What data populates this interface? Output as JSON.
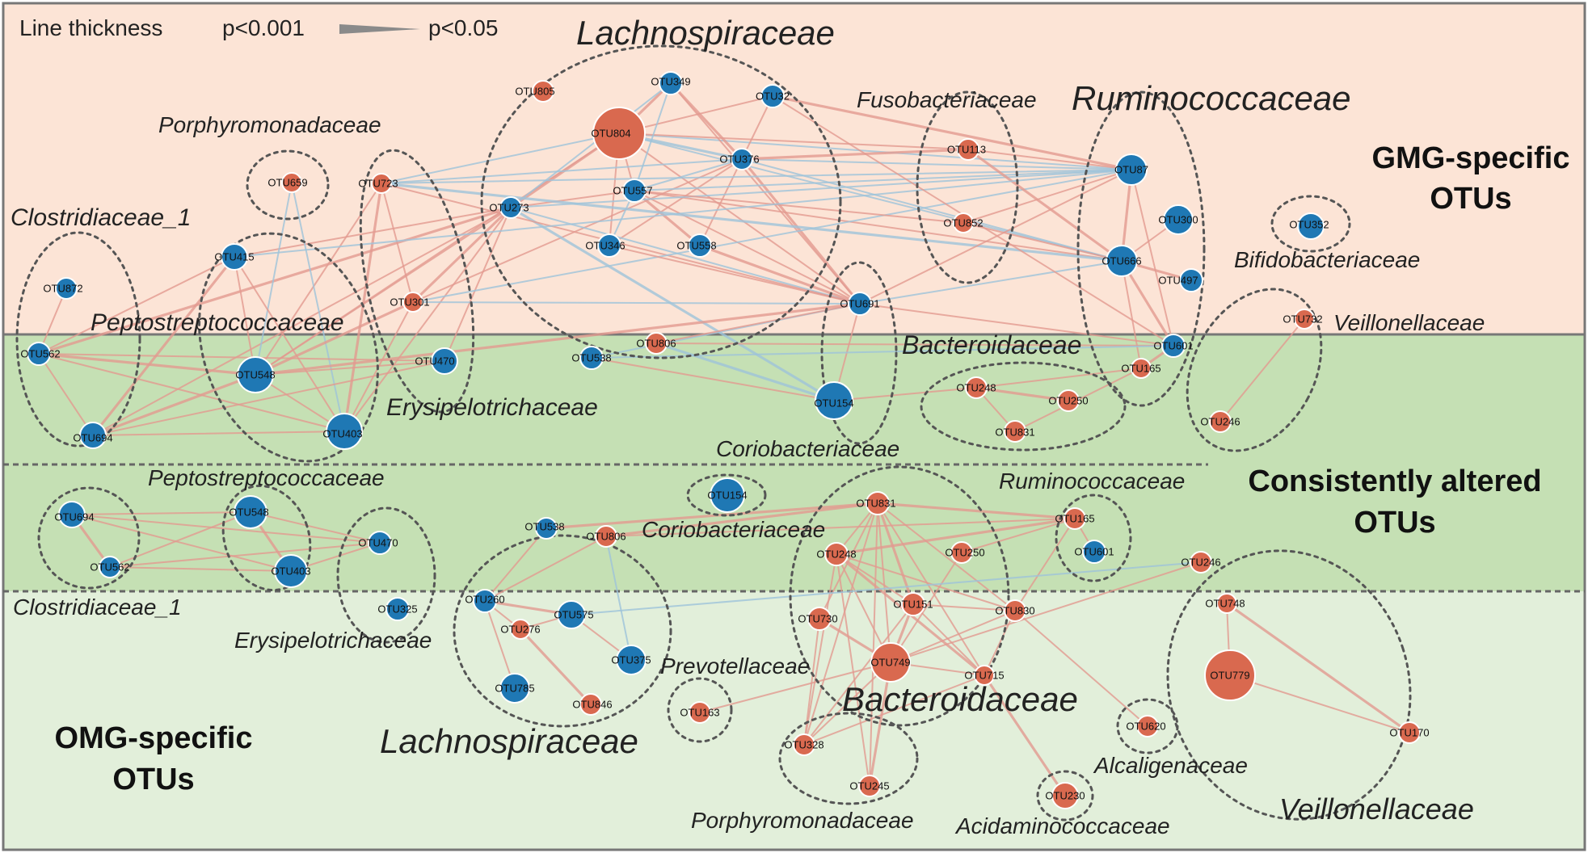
{
  "legend": {
    "title": "Line thickness",
    "left_label": "p<0.001",
    "right_label": "p<0.05"
  },
  "sections": {
    "gmg": {
      "line1": "GMG-specific",
      "line2": "OTUs"
    },
    "consistent": {
      "line1": "Consistently altered",
      "line2": "OTUs"
    },
    "omg": {
      "line1": "OMG-specific",
      "line2": "OTUs"
    }
  },
  "colors": {
    "gmg_band": "#fce4d6",
    "consistent_band": "#c5e0b4",
    "omg_band": "#e2efda",
    "blue_node": "#1f78b4",
    "red_node": "#d9694f",
    "positive_edge": "#e29a90",
    "negative_edge": "#9ec3da"
  },
  "families": {
    "lachnospiraceae_top": "Lachnospiraceae",
    "porphyromonadaceae_top": "Porphyromonadaceae",
    "fusobacteriaceae": "Fusobacteriaceae",
    "ruminococcaceae_top": "Ruminococcaceae",
    "clostridiaceae_top": "Clostridiaceae_1",
    "bifidobacteriaceae": "Bifidobacteriaceae",
    "peptostreptococcaceae_top": "Peptostreptococcaceae",
    "veillonellaceae_top": "Veillonellaceae",
    "bacteroidaceae_top": "Bacteroidaceae",
    "erysipelotrichaceae_top": "Erysipelotrichaceae",
    "coriobacteriaceae_top": "Coriobacteriaceae",
    "peptostreptococcaceae_mid": "Peptostreptococcaceae",
    "ruminococcaceae_mid": "Ruminococcaceae",
    "coriobacteriaceae_mid": "Coriobacteriaceae",
    "clostridiaceae_bottom": "Clostridiaceae_1",
    "erysipelotrichaceae_bottom": "Erysipelotrichaceae",
    "prevotellaceae": "Prevotellaceae",
    "bacteroidaceae_bottom": "Bacteroidaceae",
    "lachnospiraceae_bottom": "Lachnospiraceae",
    "alcaligenaceae": "Alcaligenaceae",
    "veillonellaceae_bottom": "Veillonellaceae",
    "porphyromonadaceae_bottom": "Porphyromonadaceae",
    "acidaminococcaceae": "Acidaminococcaceae"
  },
  "nodes": [
    {
      "id": "n804",
      "label": "OTU804",
      "color": "red"
    },
    {
      "id": "n805",
      "label": "OTU805",
      "color": "red"
    },
    {
      "id": "n349",
      "label": "OTU349",
      "color": "blue"
    },
    {
      "id": "n32",
      "label": "OTU32",
      "color": "blue"
    },
    {
      "id": "n376",
      "label": "OTU376",
      "color": "blue"
    },
    {
      "id": "n557",
      "label": "OTU557",
      "color": "blue"
    },
    {
      "id": "n273",
      "label": "OTU273",
      "color": "blue"
    },
    {
      "id": "n346",
      "label": "OTU346",
      "color": "blue"
    },
    {
      "id": "n558",
      "label": "OTU558",
      "color": "blue"
    },
    {
      "id": "n659",
      "label": "OTU659",
      "color": "red"
    },
    {
      "id": "n723",
      "label": "OTU723",
      "color": "red"
    },
    {
      "id": "n301",
      "label": "OTU301",
      "color": "red"
    },
    {
      "id": "n113",
      "label": "OTU113",
      "color": "red"
    },
    {
      "id": "n852",
      "label": "OTU852",
      "color": "red"
    },
    {
      "id": "n87",
      "label": "OTU87",
      "color": "blue"
    },
    {
      "id": "n300",
      "label": "OTU300",
      "color": "blue"
    },
    {
      "id": "n666",
      "label": "OTU666",
      "color": "blue"
    },
    {
      "id": "n497",
      "label": "OTU497",
      "color": "blue"
    },
    {
      "id": "n352",
      "label": "OTU352",
      "color": "blue"
    },
    {
      "id": "n415",
      "label": "OTU415",
      "color": "blue"
    },
    {
      "id": "n872",
      "label": "OTU872",
      "color": "blue"
    },
    {
      "id": "n691",
      "label": "OTU691",
      "color": "blue"
    },
    {
      "id": "n732",
      "label": "OTU732",
      "color": "red"
    },
    {
      "id": "n601t",
      "label": "OTU601",
      "color": "blue"
    },
    {
      "id": "n165t",
      "label": "OTU165",
      "color": "red"
    },
    {
      "id": "n562t",
      "label": "OTU562",
      "color": "blue"
    },
    {
      "id": "n548t",
      "label": "OTU548",
      "color": "blue"
    },
    {
      "id": "n694t",
      "label": "OTU694",
      "color": "blue"
    },
    {
      "id": "n403t",
      "label": "OTU403",
      "color": "blue"
    },
    {
      "id": "n470t",
      "label": "OTU470",
      "color": "blue"
    },
    {
      "id": "n538t",
      "label": "OTU538",
      "color": "blue"
    },
    {
      "id": "n806t",
      "label": "OTU806",
      "color": "red"
    },
    {
      "id": "n154t",
      "label": "OTU154",
      "color": "blue"
    },
    {
      "id": "n248t",
      "label": "OTU248",
      "color": "red"
    },
    {
      "id": "n250t",
      "label": "OTU250",
      "color": "red"
    },
    {
      "id": "n831t",
      "label": "OTU831",
      "color": "red"
    },
    {
      "id": "n246t",
      "label": "OTU246",
      "color": "red"
    },
    {
      "id": "n694m",
      "label": "OTU694",
      "color": "blue"
    },
    {
      "id": "n562m",
      "label": "OTU562",
      "color": "blue"
    },
    {
      "id": "n548m",
      "label": "OTU548",
      "color": "blue"
    },
    {
      "id": "n403m",
      "label": "OTU403",
      "color": "blue"
    },
    {
      "id": "n470m",
      "label": "OTU470",
      "color": "blue"
    },
    {
      "id": "n325",
      "label": "OTU325",
      "color": "blue"
    },
    {
      "id": "n154m",
      "label": "OTU154",
      "color": "blue"
    },
    {
      "id": "n538m",
      "label": "OTU538",
      "color": "blue"
    },
    {
      "id": "n806m",
      "label": "OTU806",
      "color": "red"
    },
    {
      "id": "n831m",
      "label": "OTU831",
      "color": "red"
    },
    {
      "id": "n248m",
      "label": "OTU248",
      "color": "red"
    },
    {
      "id": "n250m",
      "label": "OTU250",
      "color": "red"
    },
    {
      "id": "n165m",
      "label": "OTU165",
      "color": "red"
    },
    {
      "id": "n601m",
      "label": "OTU601",
      "color": "blue"
    },
    {
      "id": "n246m",
      "label": "OTU246",
      "color": "red"
    },
    {
      "id": "n260",
      "label": "OTU260",
      "color": "blue"
    },
    {
      "id": "n575",
      "label": "OTU575",
      "color": "blue"
    },
    {
      "id": "n276",
      "label": "OTU276",
      "color": "red"
    },
    {
      "id": "n375",
      "label": "OTU375",
      "color": "blue"
    },
    {
      "id": "n785",
      "label": "OTU785",
      "color": "blue"
    },
    {
      "id": "n846",
      "label": "OTU846",
      "color": "red"
    },
    {
      "id": "n163",
      "label": "OTU163",
      "color": "red"
    },
    {
      "id": "n730",
      "label": "OTU730",
      "color": "red"
    },
    {
      "id": "n151",
      "label": "OTU151",
      "color": "red"
    },
    {
      "id": "n830",
      "label": "OTU830",
      "color": "red"
    },
    {
      "id": "n749",
      "label": "OTU749",
      "color": "red"
    },
    {
      "id": "n715",
      "label": "OTU715",
      "color": "red"
    },
    {
      "id": "n328",
      "label": "OTU328",
      "color": "red"
    },
    {
      "id": "n245",
      "label": "OTU245",
      "color": "red"
    },
    {
      "id": "n620",
      "label": "OTU620",
      "color": "red"
    },
    {
      "id": "n230",
      "label": "OTU230",
      "color": "red"
    },
    {
      "id": "n748",
      "label": "OTU748",
      "color": "red"
    },
    {
      "id": "n779",
      "label": "OTU779",
      "color": "red"
    },
    {
      "id": "n170",
      "label": "OTU170",
      "color": "red"
    }
  ],
  "edges": [
    {
      "a": "n804",
      "b": "n376",
      "sign": "neg"
    },
    {
      "a": "n804",
      "b": "n87",
      "sign": "neg"
    },
    {
      "a": "n804",
      "b": "n666",
      "sign": "neg"
    },
    {
      "a": "n804",
      "b": "n557",
      "sign": "pos"
    },
    {
      "a": "n804",
      "b": "n273",
      "sign": "pos"
    },
    {
      "a": "n804",
      "b": "n113",
      "sign": "pos"
    },
    {
      "a": "n804",
      "b": "n691",
      "sign": "pos"
    },
    {
      "a": "n804",
      "b": "n548t",
      "sign": "pos"
    },
    {
      "a": "n804",
      "b": "n349",
      "sign": "pos"
    },
    {
      "a": "n804",
      "b": "n32",
      "sign": "pos"
    },
    {
      "a": "n804",
      "b": "n346",
      "sign": "pos"
    },
    {
      "a": "n804",
      "b": "n723",
      "sign": "neg"
    },
    {
      "a": "n349",
      "b": "n376",
      "sign": "pos"
    },
    {
      "a": "n349",
      "b": "n557",
      "sign": "neg"
    },
    {
      "a": "n349",
      "b": "n273",
      "sign": "neg"
    },
    {
      "a": "n349",
      "b": "n691",
      "sign": "pos"
    },
    {
      "a": "n32",
      "b": "n87",
      "sign": "pos"
    },
    {
      "a": "n32",
      "b": "n376",
      "sign": "pos"
    },
    {
      "a": "n376",
      "b": "n87",
      "sign": "neg"
    },
    {
      "a": "n376",
      "b": "n666",
      "sign": "neg"
    },
    {
      "a": "n376",
      "b": "n113",
      "sign": "pos"
    },
    {
      "a": "n376",
      "b": "n557",
      "sign": "neg"
    },
    {
      "a": "n376",
      "b": "n346",
      "sign": "pos"
    },
    {
      "a": "n376",
      "b": "n558",
      "sign": "pos"
    },
    {
      "a": "n376",
      "b": "n691",
      "sign": "pos"
    },
    {
      "a": "n376",
      "b": "n301",
      "sign": "pos"
    },
    {
      "a": "n557",
      "b": "n87",
      "sign": "neg"
    },
    {
      "a": "n557",
      "b": "n666",
      "sign": "pos"
    },
    {
      "a": "n557",
      "b": "n558",
      "sign": "pos"
    },
    {
      "a": "n557",
      "b": "n346",
      "sign": "neg"
    },
    {
      "a": "n557",
      "b": "n691",
      "sign": "pos"
    },
    {
      "a": "n557",
      "b": "n273",
      "sign": "pos"
    },
    {
      "a": "n273",
      "b": "n301",
      "sign": "pos"
    },
    {
      "a": "n273",
      "b": "n548t",
      "sign": "pos"
    },
    {
      "a": "n273",
      "b": "n403t",
      "sign": "pos"
    },
    {
      "a": "n273",
      "b": "n694t",
      "sign": "pos"
    },
    {
      "a": "n273",
      "b": "n562t",
      "sign": "pos"
    },
    {
      "a": "n273",
      "b": "n415",
      "sign": "pos"
    },
    {
      "a": "n273",
      "b": "n691",
      "sign": "neg"
    },
    {
      "a": "n273",
      "b": "n87",
      "sign": "neg"
    },
    {
      "a": "n273",
      "b": "n154t",
      "sign": "neg"
    },
    {
      "a": "n273",
      "b": "n470t",
      "sign": "pos"
    },
    {
      "a": "n723",
      "b": "n301",
      "sign": "pos"
    },
    {
      "a": "n723",
      "b": "n87",
      "sign": "neg"
    },
    {
      "a": "n723",
      "b": "n666",
      "sign": "neg"
    },
    {
      "a": "n723",
      "b": "n376",
      "sign": "neg"
    },
    {
      "a": "n723",
      "b": "n691",
      "sign": "pos"
    },
    {
      "a": "n723",
      "b": "n548t",
      "sign": "pos"
    },
    {
      "a": "n723",
      "b": "n403t",
      "sign": "pos"
    },
    {
      "a": "n659",
      "b": "n403t",
      "sign": "neg"
    },
    {
      "a": "n659",
      "b": "n548t",
      "sign": "neg"
    },
    {
      "a": "n301",
      "b": "n403t",
      "sign": "pos"
    },
    {
      "a": "n301",
      "b": "n548t",
      "sign": "pos"
    },
    {
      "a": "n301",
      "b": "n87",
      "sign": "neg"
    },
    {
      "a": "n301",
      "b": "n691",
      "sign": "neg"
    },
    {
      "a": "n113",
      "b": "n87",
      "sign": "pos"
    },
    {
      "a": "n113",
      "b": "n666",
      "sign": "pos"
    },
    {
      "a": "n852",
      "b": "n87",
      "sign": "pos"
    },
    {
      "a": "n852",
      "b": "n666",
      "sign": "pos"
    },
    {
      "a": "n852",
      "b": "n557",
      "sign": "pos"
    },
    {
      "a": "n87",
      "b": "n666",
      "sign": "pos"
    },
    {
      "a": "n87",
      "b": "n691",
      "sign": "pos"
    },
    {
      "a": "n87",
      "b": "n601t",
      "sign": "pos"
    },
    {
      "a": "n87",
      "b": "n415",
      "sign": "neg"
    },
    {
      "a": "n666",
      "b": "n601t",
      "sign": "pos"
    },
    {
      "a": "n666",
      "b": "n165t",
      "sign": "pos"
    },
    {
      "a": "n666",
      "b": "n691",
      "sign": "neg"
    },
    {
      "a": "n300",
      "b": "n666",
      "sign": "pos"
    },
    {
      "a": "n497",
      "b": "n666",
      "sign": "pos"
    },
    {
      "a": "n691",
      "b": "n154t",
      "sign": "pos"
    },
    {
      "a": "n691",
      "b": "n601t",
      "sign": "pos"
    },
    {
      "a": "n691",
      "b": "n538t",
      "sign": "neg"
    },
    {
      "a": "n691",
      "b": "n548t",
      "sign": "pos"
    },
    {
      "a": "n691",
      "b": "n806t",
      "sign": "pos"
    },
    {
      "a": "n415",
      "b": "n548t",
      "sign": "pos"
    },
    {
      "a": "n415",
      "b": "n403t",
      "sign": "pos"
    },
    {
      "a": "n415",
      "b": "n694t",
      "sign": "pos"
    },
    {
      "a": "n415",
      "b": "n562t",
      "sign": "pos"
    },
    {
      "a": "n872",
      "b": "n562t",
      "sign": "pos"
    },
    {
      "a": "n562t",
      "b": "n694t",
      "sign": "pos"
    },
    {
      "a": "n562t",
      "b": "n548t",
      "sign": "pos"
    },
    {
      "a": "n562t",
      "b": "n403t",
      "sign": "pos"
    },
    {
      "a": "n562t",
      "b": "n470t",
      "sign": "pos"
    },
    {
      "a": "n548t",
      "b": "n403t",
      "sign": "pos"
    },
    {
      "a": "n548t",
      "b": "n694t",
      "sign": "pos"
    },
    {
      "a": "n548t",
      "b": "n470t",
      "sign": "pos"
    },
    {
      "a": "n694t",
      "b": "n403t",
      "sign": "pos"
    },
    {
      "a": "n694t",
      "b": "n470t",
      "sign": "pos"
    },
    {
      "a": "n154t",
      "b": "n806t",
      "sign": "neg"
    },
    {
      "a": "n154t",
      "b": "n248t",
      "sign": "pos"
    },
    {
      "a": "n154t",
      "b": "n538t",
      "sign": "pos"
    },
    {
      "a": "n248t",
      "b": "n831t",
      "sign": "pos"
    },
    {
      "a": "n248t",
      "b": "n250t",
      "sign": "pos"
    },
    {
      "a": "n248t",
      "b": "n165t",
      "sign": "pos"
    },
    {
      "a": "n831t",
      "b": "n165t",
      "sign": "pos"
    },
    {
      "a": "n732",
      "b": "n246t",
      "sign": "pos"
    },
    {
      "a": "n165t",
      "b": "n601t",
      "sign": "pos"
    },
    {
      "a": "n806t",
      "b": "n601t",
      "sign": "pos"
    },
    {
      "a": "n538t",
      "b": "n601t",
      "sign": "neg"
    },
    {
      "a": "n32",
      "b": "n601t",
      "sign": "pos"
    },
    {
      "a": "n558",
      "b": "n691",
      "sign": "pos"
    },
    {
      "a": "n346",
      "b": "n691",
      "sign": "pos"
    },
    {
      "a": "n694m",
      "b": "n548m",
      "sign": "pos"
    },
    {
      "a": "n694m",
      "b": "n403m",
      "sign": "pos"
    },
    {
      "a": "n694m",
      "b": "n562m",
      "sign": "pos"
    },
    {
      "a": "n694m",
      "b": "n470m",
      "sign": "pos"
    },
    {
      "a": "n562m",
      "b": "n548m",
      "sign": "pos"
    },
    {
      "a": "n562m",
      "b": "n403m",
      "sign": "pos"
    },
    {
      "a": "n548m",
      "b": "n403m",
      "sign": "pos"
    },
    {
      "a": "n548m",
      "b": "n470m",
      "sign": "pos"
    },
    {
      "a": "n562m",
      "b": "n470m",
      "sign": "pos"
    },
    {
      "a": "n403m",
      "b": "n470m",
      "sign": "pos"
    },
    {
      "a": "n806m",
      "b": "n831m",
      "sign": "pos"
    },
    {
      "a": "n806m",
      "b": "n165m",
      "sign": "pos"
    },
    {
      "a": "n806m",
      "b": "n375",
      "sign": "neg"
    },
    {
      "a": "n806m",
      "b": "n260",
      "sign": "pos"
    },
    {
      "a": "n538m",
      "b": "n831m",
      "sign": "pos"
    },
    {
      "a": "n538m",
      "b": "n260",
      "sign": "pos"
    },
    {
      "a": "n831m",
      "b": "n248m",
      "sign": "pos"
    },
    {
      "a": "n831m",
      "b": "n749",
      "sign": "pos"
    },
    {
      "a": "n831m",
      "b": "n151",
      "sign": "pos"
    },
    {
      "a": "n831m",
      "b": "n715",
      "sign": "pos"
    },
    {
      "a": "n831m",
      "b": "n730",
      "sign": "pos"
    },
    {
      "a": "n831m",
      "b": "n830",
      "sign": "pos"
    },
    {
      "a": "n831m",
      "b": "n165m",
      "sign": "pos"
    },
    {
      "a": "n831m",
      "b": "n328",
      "sign": "pos"
    },
    {
      "a": "n831m",
      "b": "n245",
      "sign": "pos"
    },
    {
      "a": "n248m",
      "b": "n749",
      "sign": "pos"
    },
    {
      "a": "n248m",
      "b": "n715",
      "sign": "pos"
    },
    {
      "a": "n248m",
      "b": "n151",
      "sign": "pos"
    },
    {
      "a": "n248m",
      "b": "n328",
      "sign": "pos"
    },
    {
      "a": "n248m",
      "b": "n245",
      "sign": "pos"
    },
    {
      "a": "n248m",
      "b": "n165m",
      "sign": "pos"
    },
    {
      "a": "n248m",
      "b": "n830",
      "sign": "pos"
    },
    {
      "a": "n250m",
      "b": "n749",
      "sign": "pos"
    },
    {
      "a": "n250m",
      "b": "n165m",
      "sign": "pos"
    },
    {
      "a": "n151",
      "b": "n749",
      "sign": "pos"
    },
    {
      "a": "n151",
      "b": "n715",
      "sign": "pos"
    },
    {
      "a": "n151",
      "b": "n328",
      "sign": "pos"
    },
    {
      "a": "n151",
      "b": "n830",
      "sign": "pos"
    },
    {
      "a": "n730",
      "b": "n749",
      "sign": "pos"
    },
    {
      "a": "n730",
      "b": "n328",
      "sign": "pos"
    },
    {
      "a": "n749",
      "b": "n715",
      "sign": "pos"
    },
    {
      "a": "n749",
      "b": "n328",
      "sign": "pos"
    },
    {
      "a": "n749",
      "b": "n245",
      "sign": "pos"
    },
    {
      "a": "n830",
      "b": "n715",
      "sign": "pos"
    },
    {
      "a": "n830",
      "b": "n749",
      "sign": "pos"
    },
    {
      "a": "n830",
      "b": "n620",
      "sign": "pos"
    },
    {
      "a": "n715",
      "b": "n230",
      "sign": "pos"
    },
    {
      "a": "n715",
      "b": "n328",
      "sign": "pos"
    },
    {
      "a": "n165m",
      "b": "n601m",
      "sign": "pos"
    },
    {
      "a": "n165m",
      "b": "n830",
      "sign": "pos"
    },
    {
      "a": "n260",
      "b": "n575",
      "sign": "pos"
    },
    {
      "a": "n260",
      "b": "n785",
      "sign": "pos"
    },
    {
      "a": "n575",
      "b": "n375",
      "sign": "pos"
    },
    {
      "a": "n575",
      "b": "n276",
      "sign": "pos"
    },
    {
      "a": "n276",
      "b": "n846",
      "sign": "pos"
    },
    {
      "a": "n575",
      "b": "n246m",
      "sign": "neg"
    },
    {
      "a": "n260",
      "b": "n276",
      "sign": "pos"
    },
    {
      "a": "n748",
      "b": "n779",
      "sign": "pos"
    },
    {
      "a": "n748",
      "b": "n170",
      "sign": "pos"
    },
    {
      "a": "n779",
      "b": "n170",
      "sign": "pos"
    },
    {
      "a": "n163",
      "b": "n749",
      "sign": "pos"
    },
    {
      "a": "n246m",
      "b": "n749",
      "sign": "pos"
    }
  ]
}
